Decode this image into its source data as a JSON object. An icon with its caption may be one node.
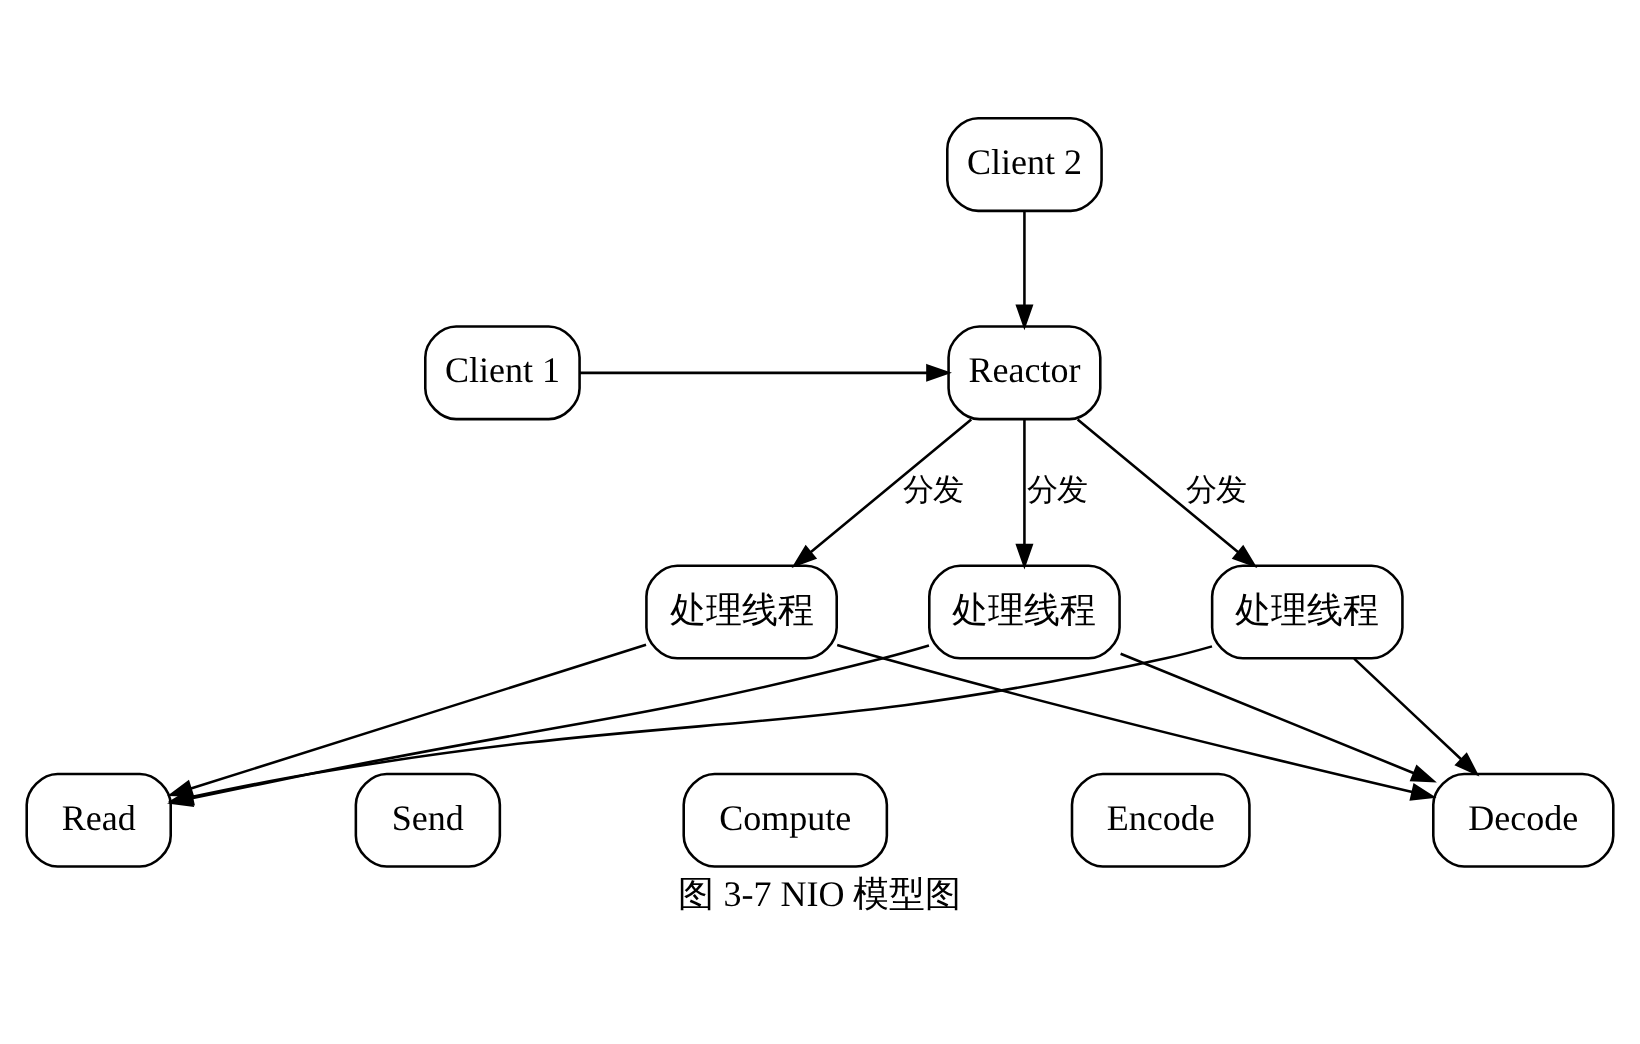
{
  "diagram": {
    "caption": "图 3-7 NIO 模型图",
    "nodes": [
      {
        "text": [
          "Client 1"
        ]
      },
      {
        "text": [
          "Client 2"
        ]
      },
      {
        "text": [
          "Reactor"
        ]
      },
      {
        "text": [
          "处理线程"
        ]
      },
      {
        "text": [
          "处理线程"
        ]
      },
      {
        "text": [
          "处理线程"
        ]
      },
      {
        "text": [
          "Read"
        ]
      },
      {
        "text": [
          "Send"
        ]
      },
      {
        "text": [
          "Compute"
        ]
      },
      {
        "text": [
          "Encode"
        ]
      },
      {
        "text": [
          "Decode"
        ]
      }
    ],
    "edges": [
      {
        "from": 0,
        "to": 2,
        "arrow": "to"
      },
      {
        "from": 1,
        "to": 2,
        "arrow": "to"
      },
      {
        "from": 2,
        "to": 3,
        "label": "分发",
        "arrow": "to"
      },
      {
        "from": 2,
        "to": 4,
        "label": "分发",
        "arrow": "to"
      },
      {
        "from": 2,
        "to": 5,
        "label": "分发",
        "arrow": "to"
      },
      {
        "from": 3,
        "to": 6,
        "arrow": "to"
      },
      {
        "from": 3,
        "to": 10,
        "arrow": "to"
      },
      {
        "from": 4,
        "to": 6,
        "arrow": "to"
      },
      {
        "from": 4,
        "to": 10,
        "arrow": "to"
      },
      {
        "from": 5,
        "to": 6,
        "arrow": "to"
      },
      {
        "from": 5,
        "to": 10,
        "arrow": "to"
      }
    ]
  }
}
